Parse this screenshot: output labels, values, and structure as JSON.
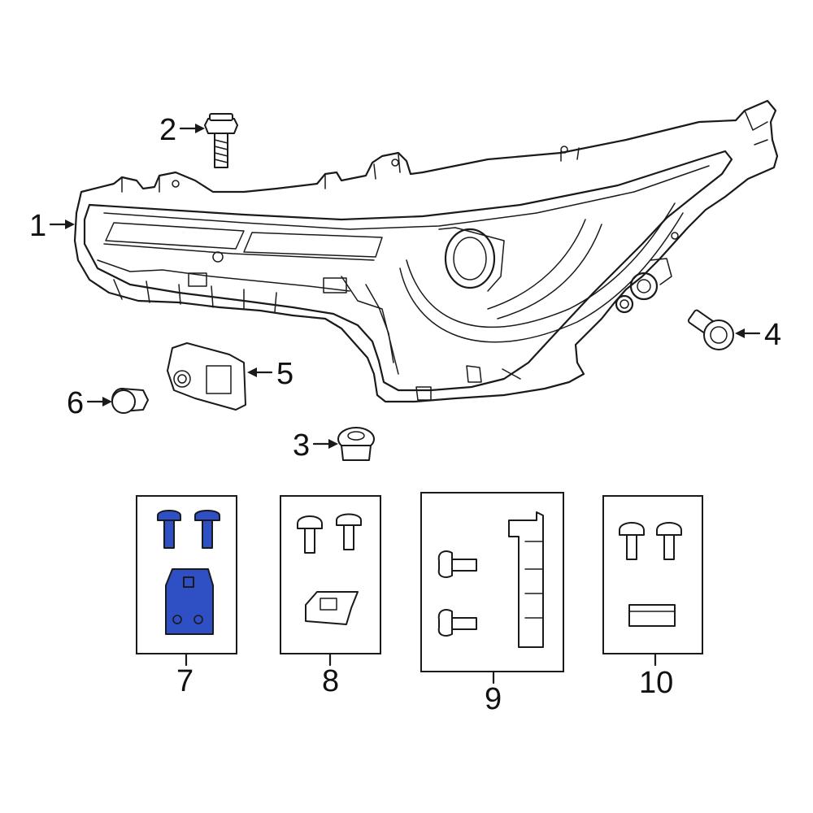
{
  "diagram": {
    "colors": {
      "line": "#1a1a1a",
      "highlight": "#2f4fc4",
      "background": "#ffffff"
    },
    "callouts": [
      {
        "id": "1",
        "label": "1",
        "target": "headlamp-assembly"
      },
      {
        "id": "2",
        "label": "2",
        "target": "upper-bolt"
      },
      {
        "id": "3",
        "label": "3",
        "target": "lower-nut"
      },
      {
        "id": "4",
        "label": "4",
        "target": "side-bolt"
      },
      {
        "id": "5",
        "label": "5",
        "target": "mounting-bracket"
      },
      {
        "id": "6",
        "label": "6",
        "target": "grommet"
      }
    ],
    "kits": [
      {
        "id": "7",
        "label": "7",
        "highlighted": true,
        "contents": [
          "screw",
          "screw",
          "bracket"
        ]
      },
      {
        "id": "8",
        "label": "8",
        "highlighted": false,
        "contents": [
          "screw",
          "screw",
          "bracket"
        ]
      },
      {
        "id": "9",
        "label": "9",
        "highlighted": false,
        "contents": [
          "screw",
          "screw",
          "strip"
        ]
      },
      {
        "id": "10",
        "label": "10",
        "highlighted": false,
        "contents": [
          "screw",
          "screw",
          "pad"
        ]
      }
    ]
  }
}
